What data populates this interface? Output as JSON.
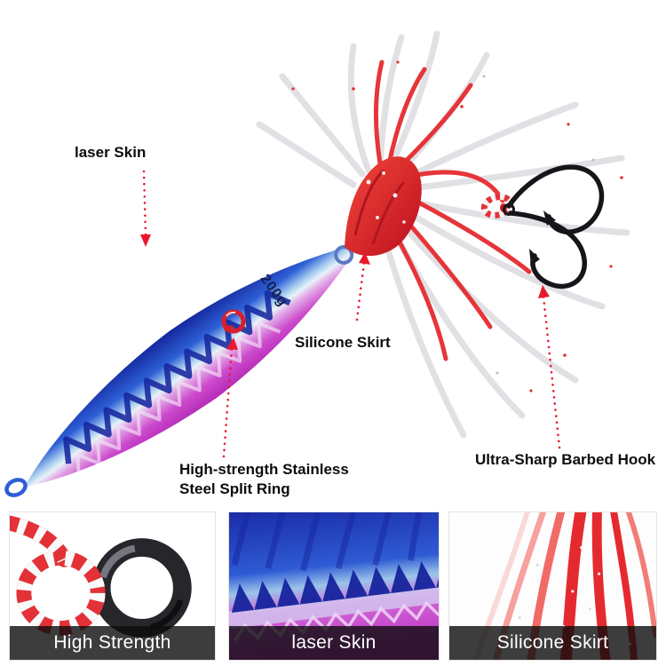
{
  "annotations": {
    "laser_skin": "laser Skin",
    "silicone_skirt": "Silicone Skirt",
    "split_ring_line1": "High-strength Stainless",
    "split_ring_line2": "Steel Split Ring",
    "barbed_hook": "Ultra-Sharp Barbed Hook"
  },
  "lure": {
    "weight": "200g"
  },
  "panels": [
    {
      "caption": "High Strength"
    },
    {
      "caption": "laser Skin"
    },
    {
      "caption": "Silicone Skirt"
    }
  ],
  "colors": {
    "accent_red": "#e8192c",
    "skirt_red": "#e52a2f",
    "body_blue": "#2e5fd6",
    "deep_blue": "#14289d",
    "magenta": "#c23ec6",
    "hook_black": "#16161a",
    "caption_bg": "rgba(12,12,12,0.8)"
  }
}
